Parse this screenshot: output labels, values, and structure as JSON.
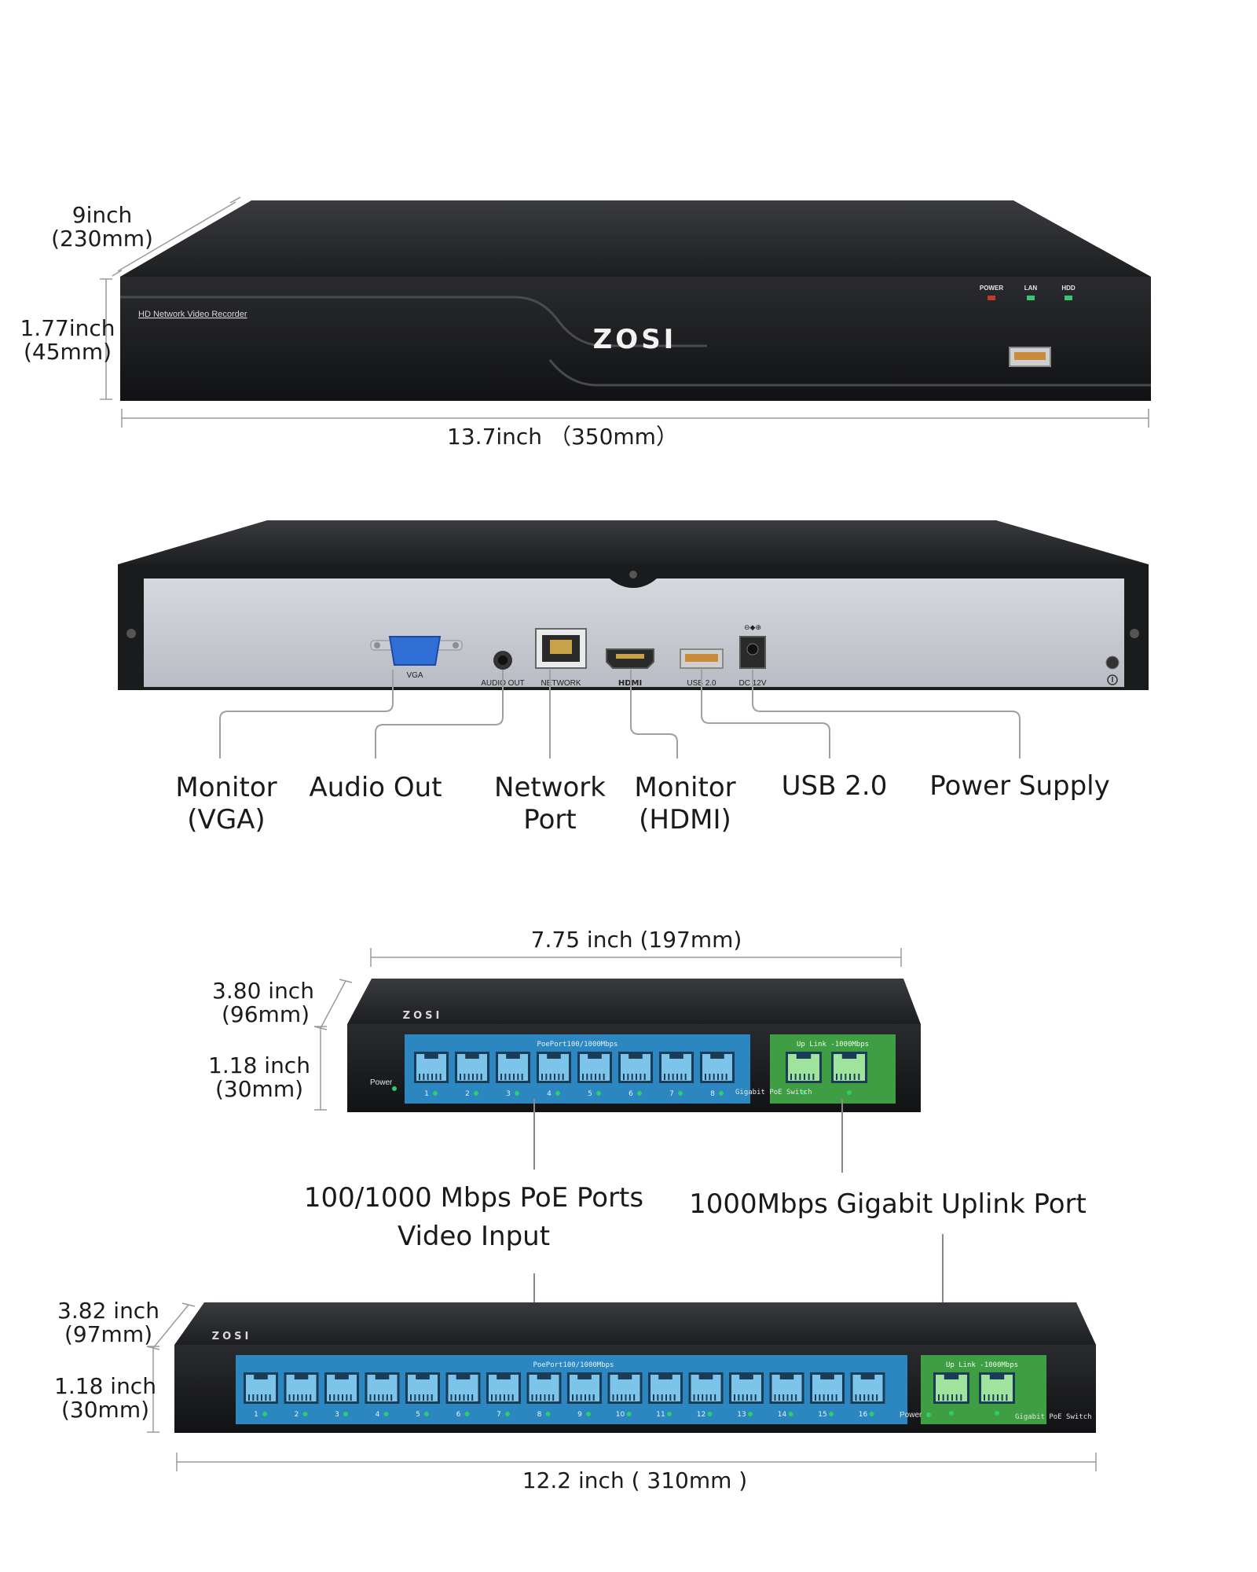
{
  "nvr": {
    "brand": "ZOSI",
    "model_label": "HD Network Video Recorder",
    "leds": [
      "POWER",
      "LAN",
      "HDD"
    ],
    "colors": {
      "led_power": "#c0392b",
      "led_ok": "#2ecc71"
    },
    "dims": {
      "depth_inch": "9inch",
      "depth_mm": "(230mm)",
      "height_inch": "1.77inch",
      "height_mm": "(45mm)",
      "width": "13.7inch （350mm）"
    },
    "rear_ports": {
      "vga": "VGA",
      "audio": "AUDIO OUT",
      "network": "NETWORK",
      "hdmi": "HDMI",
      "usb": "USB 2.0",
      "dc": "DC 12V",
      "dc_polarity": "⊖◆⊕"
    },
    "callouts": {
      "monitor_vga": [
        "Monitor",
        "(VGA)"
      ],
      "audio_out": [
        "Audio Out"
      ],
      "network_port": [
        "Network",
        "Port"
      ],
      "monitor_hdmi": [
        "Monitor",
        "(HDMI)"
      ],
      "usb": [
        "USB 2.0"
      ],
      "power_supply": [
        "Power Supply"
      ]
    }
  },
  "switch8": {
    "brand": "ZOSI",
    "power_label": "Power",
    "poe_label": "PoePort100/1000Mbps",
    "uplink_label": "Up Link -1000Mbps",
    "model_label": "Gigabit PoE Switch",
    "port_numbers": [
      "1",
      "2",
      "3",
      "4",
      "5",
      "6",
      "7",
      "8"
    ],
    "dims": {
      "width": "7.75 inch (197mm)",
      "depth_inch": "3.80 inch",
      "depth_mm": "(96mm)",
      "height_inch": "1.18 inch",
      "height_mm": "(30mm)"
    }
  },
  "middle_callouts": {
    "poe_ports": [
      "100/1000 Mbps PoE Ports",
      "Video Input"
    ],
    "uplink": "1000Mbps Gigabit Uplink Port"
  },
  "switch16": {
    "brand": "ZOSI",
    "power_label": "Power",
    "poe_label": "PoePort100/1000Mbps",
    "uplink_label": "Up Link -1000Mbps",
    "model_label": "Gigabit PoE Switch",
    "port_numbers": [
      "1",
      "2",
      "3",
      "4",
      "5",
      "6",
      "7",
      "8",
      "9",
      "10",
      "11",
      "12",
      "13",
      "14",
      "15",
      "16"
    ],
    "dims": {
      "depth_inch": "3.82 inch",
      "depth_mm": "(97mm)",
      "height_inch": "1.18 inch",
      "height_mm": "(30mm)",
      "width": "12.2 inch ( 310mm )"
    }
  },
  "colors": {
    "device_body": "#1f2022",
    "device_top": "#2c2d30",
    "rear_panel": "#c9ccd3",
    "poe_blue": "#2c86bf",
    "port_blue": "#7cc4ea",
    "uplink_green": "#3f9e43",
    "port_green": "#9fe39d",
    "dim_line": "#9a9a9a"
  }
}
